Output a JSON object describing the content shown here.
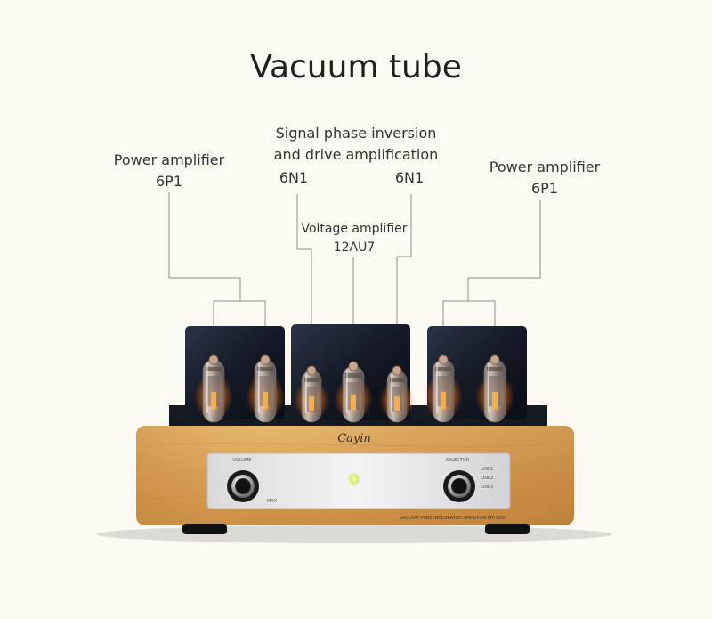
{
  "title": "Vacuum tube",
  "labels": {
    "power_amp_left": {
      "name": "Power amplifier",
      "code": "6P1"
    },
    "signal_phase": {
      "line1": "Signal phase inversion",
      "line2": "and drive amplification",
      "code_left": "6N1",
      "code_right": "6N1"
    },
    "voltage_amp": {
      "name": "Voltage amplifier",
      "code": "12AU7"
    },
    "power_amp_right": {
      "name": "Power amplifier",
      "code": "6P1"
    }
  },
  "amplifier": {
    "brand": "Cayin",
    "knob_left_label": "VOLUME",
    "knob_left_sub": "MAX",
    "knob_right_label": "SELECTOR",
    "inputs": [
      "LINE1",
      "LINE2",
      "LINE3"
    ],
    "model_text": "VACUUM TUBE INTEGRATED AMPLIFIER MT-12N"
  },
  "colors": {
    "background": "#fcf9f3",
    "wood": "#d9a25a",
    "chassis": "#1b1f2a",
    "leader_line": "#8c8c8c"
  }
}
